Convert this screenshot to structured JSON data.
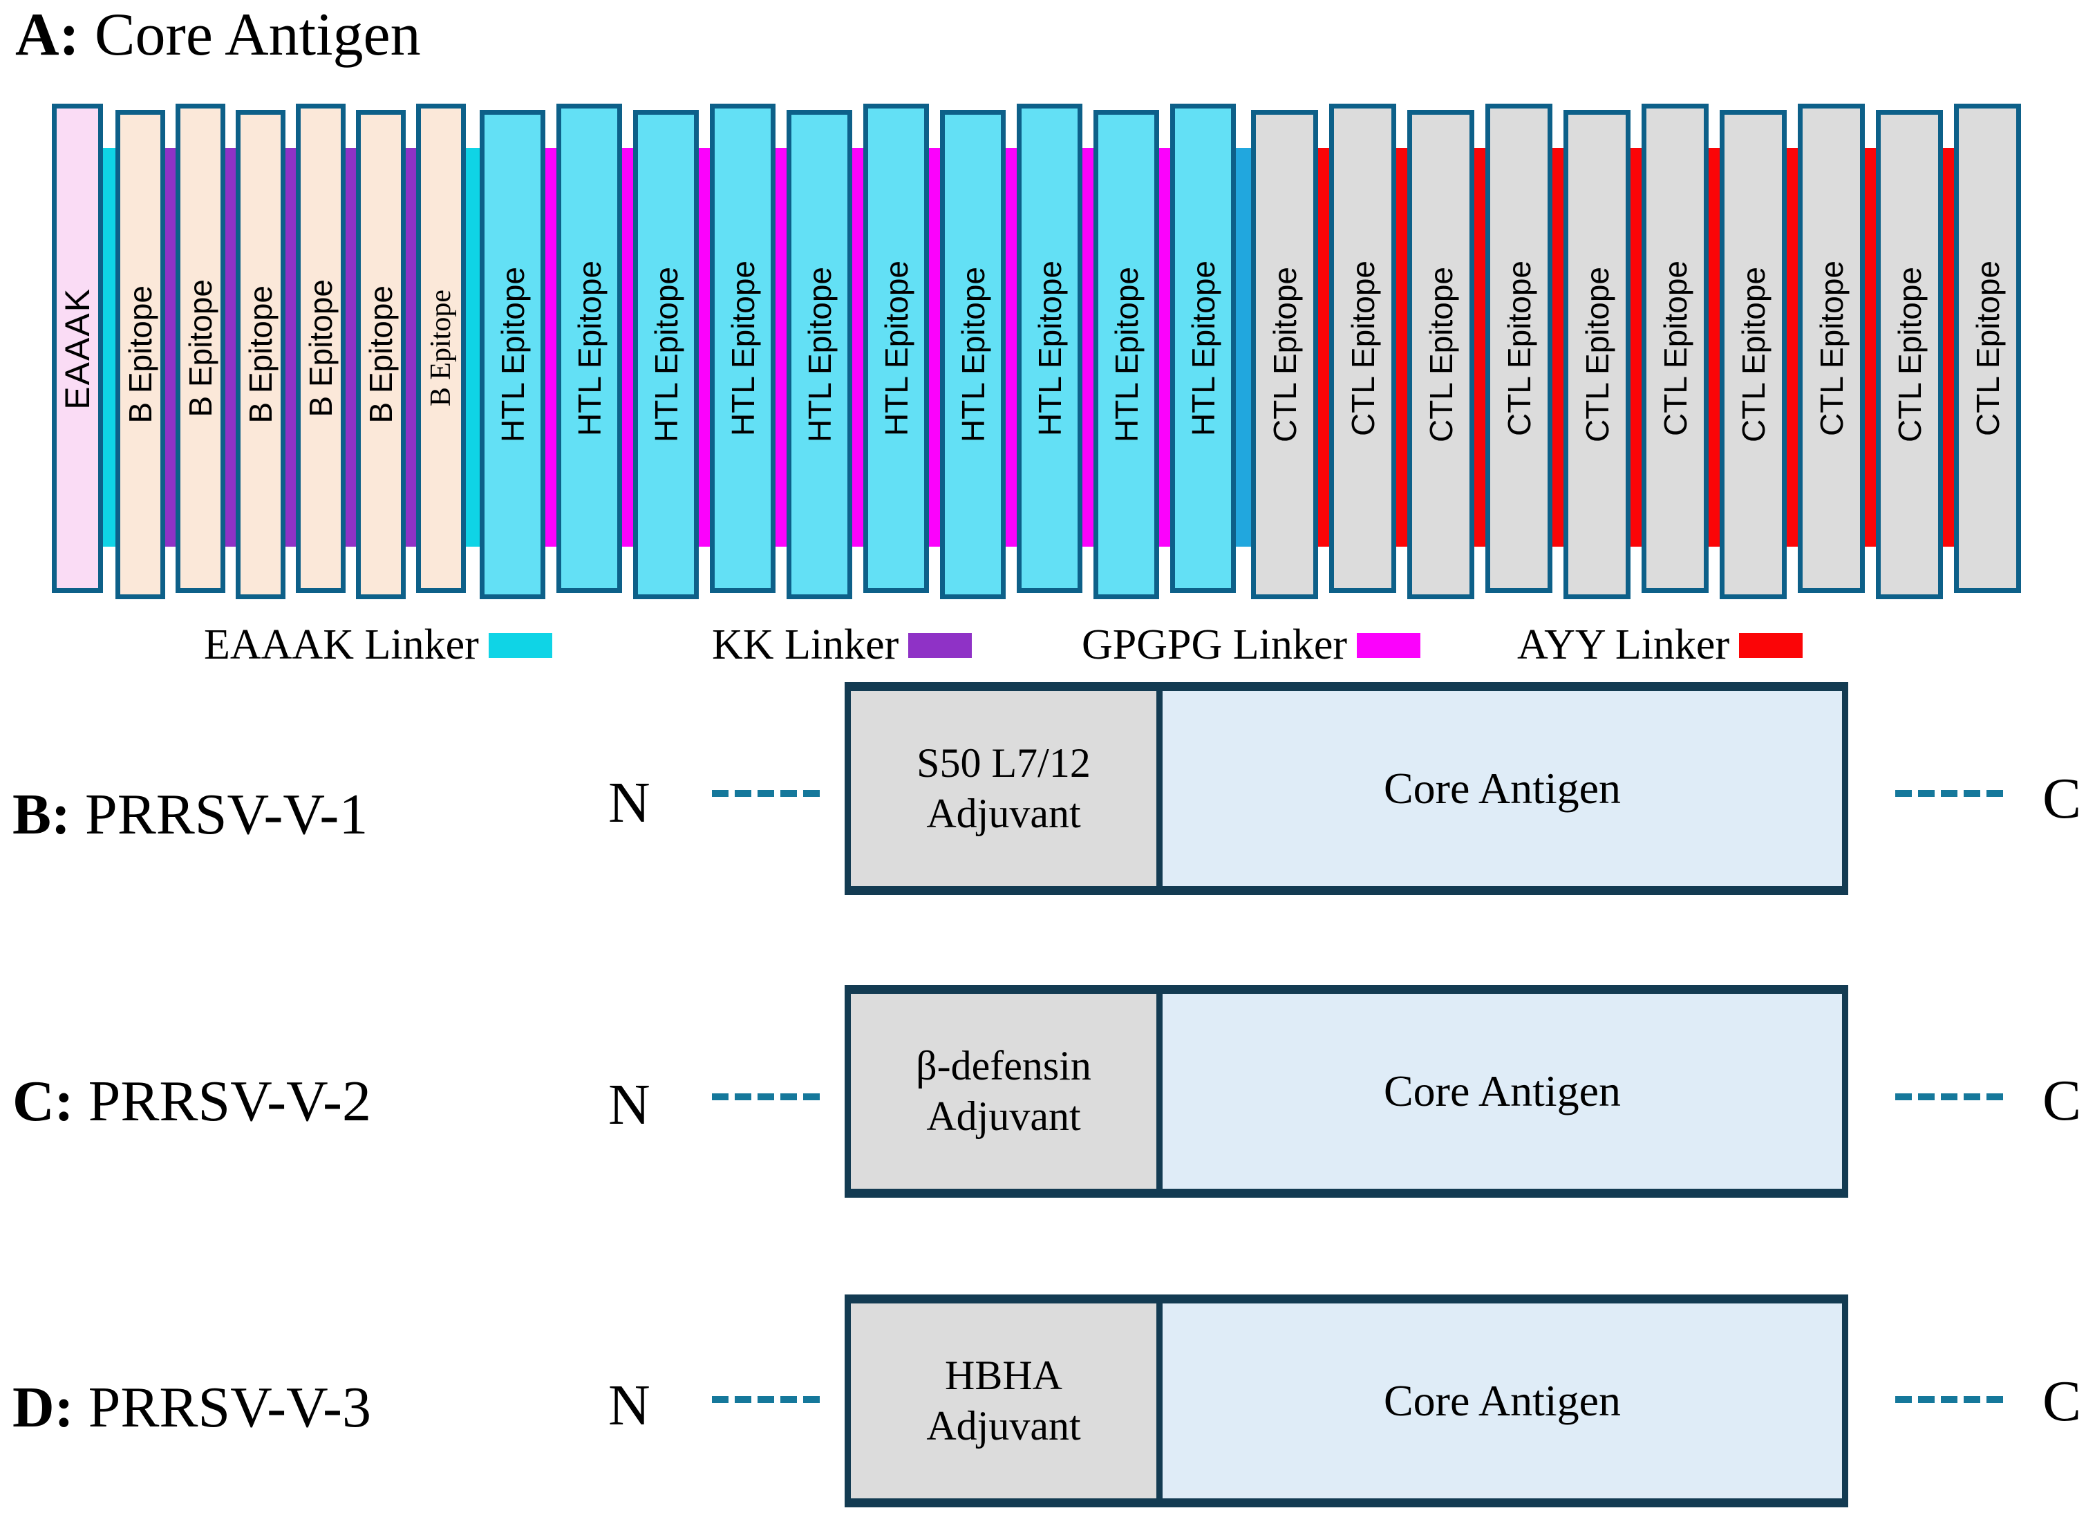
{
  "panelA": {
    "label_prefix": "A:",
    "label_text": "Core Antigen",
    "box_colors": {
      "eaaak": "#fadcf5",
      "b": "#fbe8d9",
      "htl": "#63e0f5",
      "ctl": "#dcdcdc"
    },
    "linker_colors": {
      "eaaak": "#0fd4e6",
      "eaaak2": "#0fd4e6",
      "kk": "#8f32c6",
      "gpgpg": "#fb02fc",
      "eaaak_blue": "#21a7de",
      "ayy": "#fb0507"
    },
    "boxes": [
      {
        "label": "EAAAK",
        "type": "eaaak"
      },
      {
        "label": "B Epitope",
        "type": "b"
      },
      {
        "label": "B Epitope",
        "type": "b"
      },
      {
        "label": "B Epitope",
        "type": "b"
      },
      {
        "label": "B Epitope",
        "type": "b"
      },
      {
        "label": "B Epitope",
        "type": "b"
      },
      {
        "label": "B Epitope",
        "type": "b_serif"
      },
      {
        "label": "HTL Epitope",
        "type": "htl"
      },
      {
        "label": "HTL Epitope",
        "type": "htl"
      },
      {
        "label": "HTL Epitope",
        "type": "htl"
      },
      {
        "label": "HTL Epitope",
        "type": "htl"
      },
      {
        "label": "HTL Epitope",
        "type": "htl"
      },
      {
        "label": "HTL Epitope",
        "type": "htl"
      },
      {
        "label": "HTL Epitope",
        "type": "htl"
      },
      {
        "label": "HTL Epitope",
        "type": "htl"
      },
      {
        "label": "HTL Epitope",
        "type": "htl"
      },
      {
        "label": "HTL Epitope",
        "type": "htl"
      },
      {
        "label": "CTL Epitope",
        "type": "ctl"
      },
      {
        "label": "CTL Epitope",
        "type": "ctl"
      },
      {
        "label": "CTL Epitope",
        "type": "ctl"
      },
      {
        "label": "CTL Epitope",
        "type": "ctl"
      },
      {
        "label": "CTL Epitope",
        "type": "ctl"
      },
      {
        "label": "CTL Epitope",
        "type": "ctl"
      },
      {
        "label": "CTL Epitope",
        "type": "ctl"
      },
      {
        "label": "CTL Epitope",
        "type": "ctl"
      },
      {
        "label": "CTL Epitope",
        "type": "ctl"
      },
      {
        "label": "CTL Epitope",
        "type": "ctl"
      }
    ],
    "linkers": [
      {
        "type": "eaaak",
        "name": "EAAAK Linker"
      },
      {
        "type": "kk",
        "name": "KK Linker"
      },
      {
        "type": "kk",
        "name": "KK Linker"
      },
      {
        "type": "kk",
        "name": "KK Linker"
      },
      {
        "type": "kk",
        "name": "KK Linker"
      },
      {
        "type": "kk",
        "name": "KK Linker"
      },
      {
        "type": "eaaak2",
        "name": "EAAAK Linker"
      },
      {
        "type": "gpgpg",
        "name": "GPGPG Linker"
      },
      {
        "type": "gpgpg",
        "name": "GPGPG Linker"
      },
      {
        "type": "gpgpg",
        "name": "GPGPG Linker"
      },
      {
        "type": "gpgpg",
        "name": "GPGPG Linker"
      },
      {
        "type": "gpgpg",
        "name": "GPGPG Linker"
      },
      {
        "type": "gpgpg",
        "name": "GPGPG Linker"
      },
      {
        "type": "gpgpg",
        "name": "GPGPG Linker"
      },
      {
        "type": "gpgpg",
        "name": "GPGPG Linker"
      },
      {
        "type": "gpgpg",
        "name": "GPGPG Linker"
      },
      {
        "type": "eaaak_blue",
        "name": "EAAAK Linker"
      },
      {
        "type": "ayy",
        "name": "AYY Linker"
      },
      {
        "type": "ayy",
        "name": "AYY Linker"
      },
      {
        "type": "ayy",
        "name": "AYY Linker"
      },
      {
        "type": "ayy",
        "name": "AYY Linker"
      },
      {
        "type": "ayy",
        "name": "AYY Linker"
      },
      {
        "type": "ayy",
        "name": "AYY Linker"
      },
      {
        "type": "ayy",
        "name": "AYY Linker"
      },
      {
        "type": "ayy",
        "name": "AYY Linker"
      },
      {
        "type": "ayy",
        "name": "AYY Linker"
      }
    ]
  },
  "legend": [
    {
      "label": "EAAAK Linker",
      "color": "#0fd4e6"
    },
    {
      "label": "KK Linker",
      "color": "#8f32c6"
    },
    {
      "label": "GPGPG Linker",
      "color": "#fb02fc"
    },
    {
      "label": "AYY Linker",
      "color": "#fb0507"
    }
  ],
  "constructs": [
    {
      "prefix": "B:",
      "name": "PRRSV-V-1",
      "n": "N",
      "c": "C",
      "adjuvant_line1": "S50 L7/12",
      "adjuvant_line2": "Adjuvant",
      "core": "Core Antigen"
    },
    {
      "prefix": "C:",
      "name": "PRRSV-V-2",
      "n": "N",
      "c": "C",
      "adjuvant_line1": "β-defensin",
      "adjuvant_line2": "Adjuvant",
      "core": "Core Antigen"
    },
    {
      "prefix": "D:",
      "name": "PRRSV-V-3",
      "n": "N",
      "c": "C",
      "adjuvant_line1": "HBHA",
      "adjuvant_line2": "Adjuvant",
      "core": "Core Antigen"
    }
  ]
}
